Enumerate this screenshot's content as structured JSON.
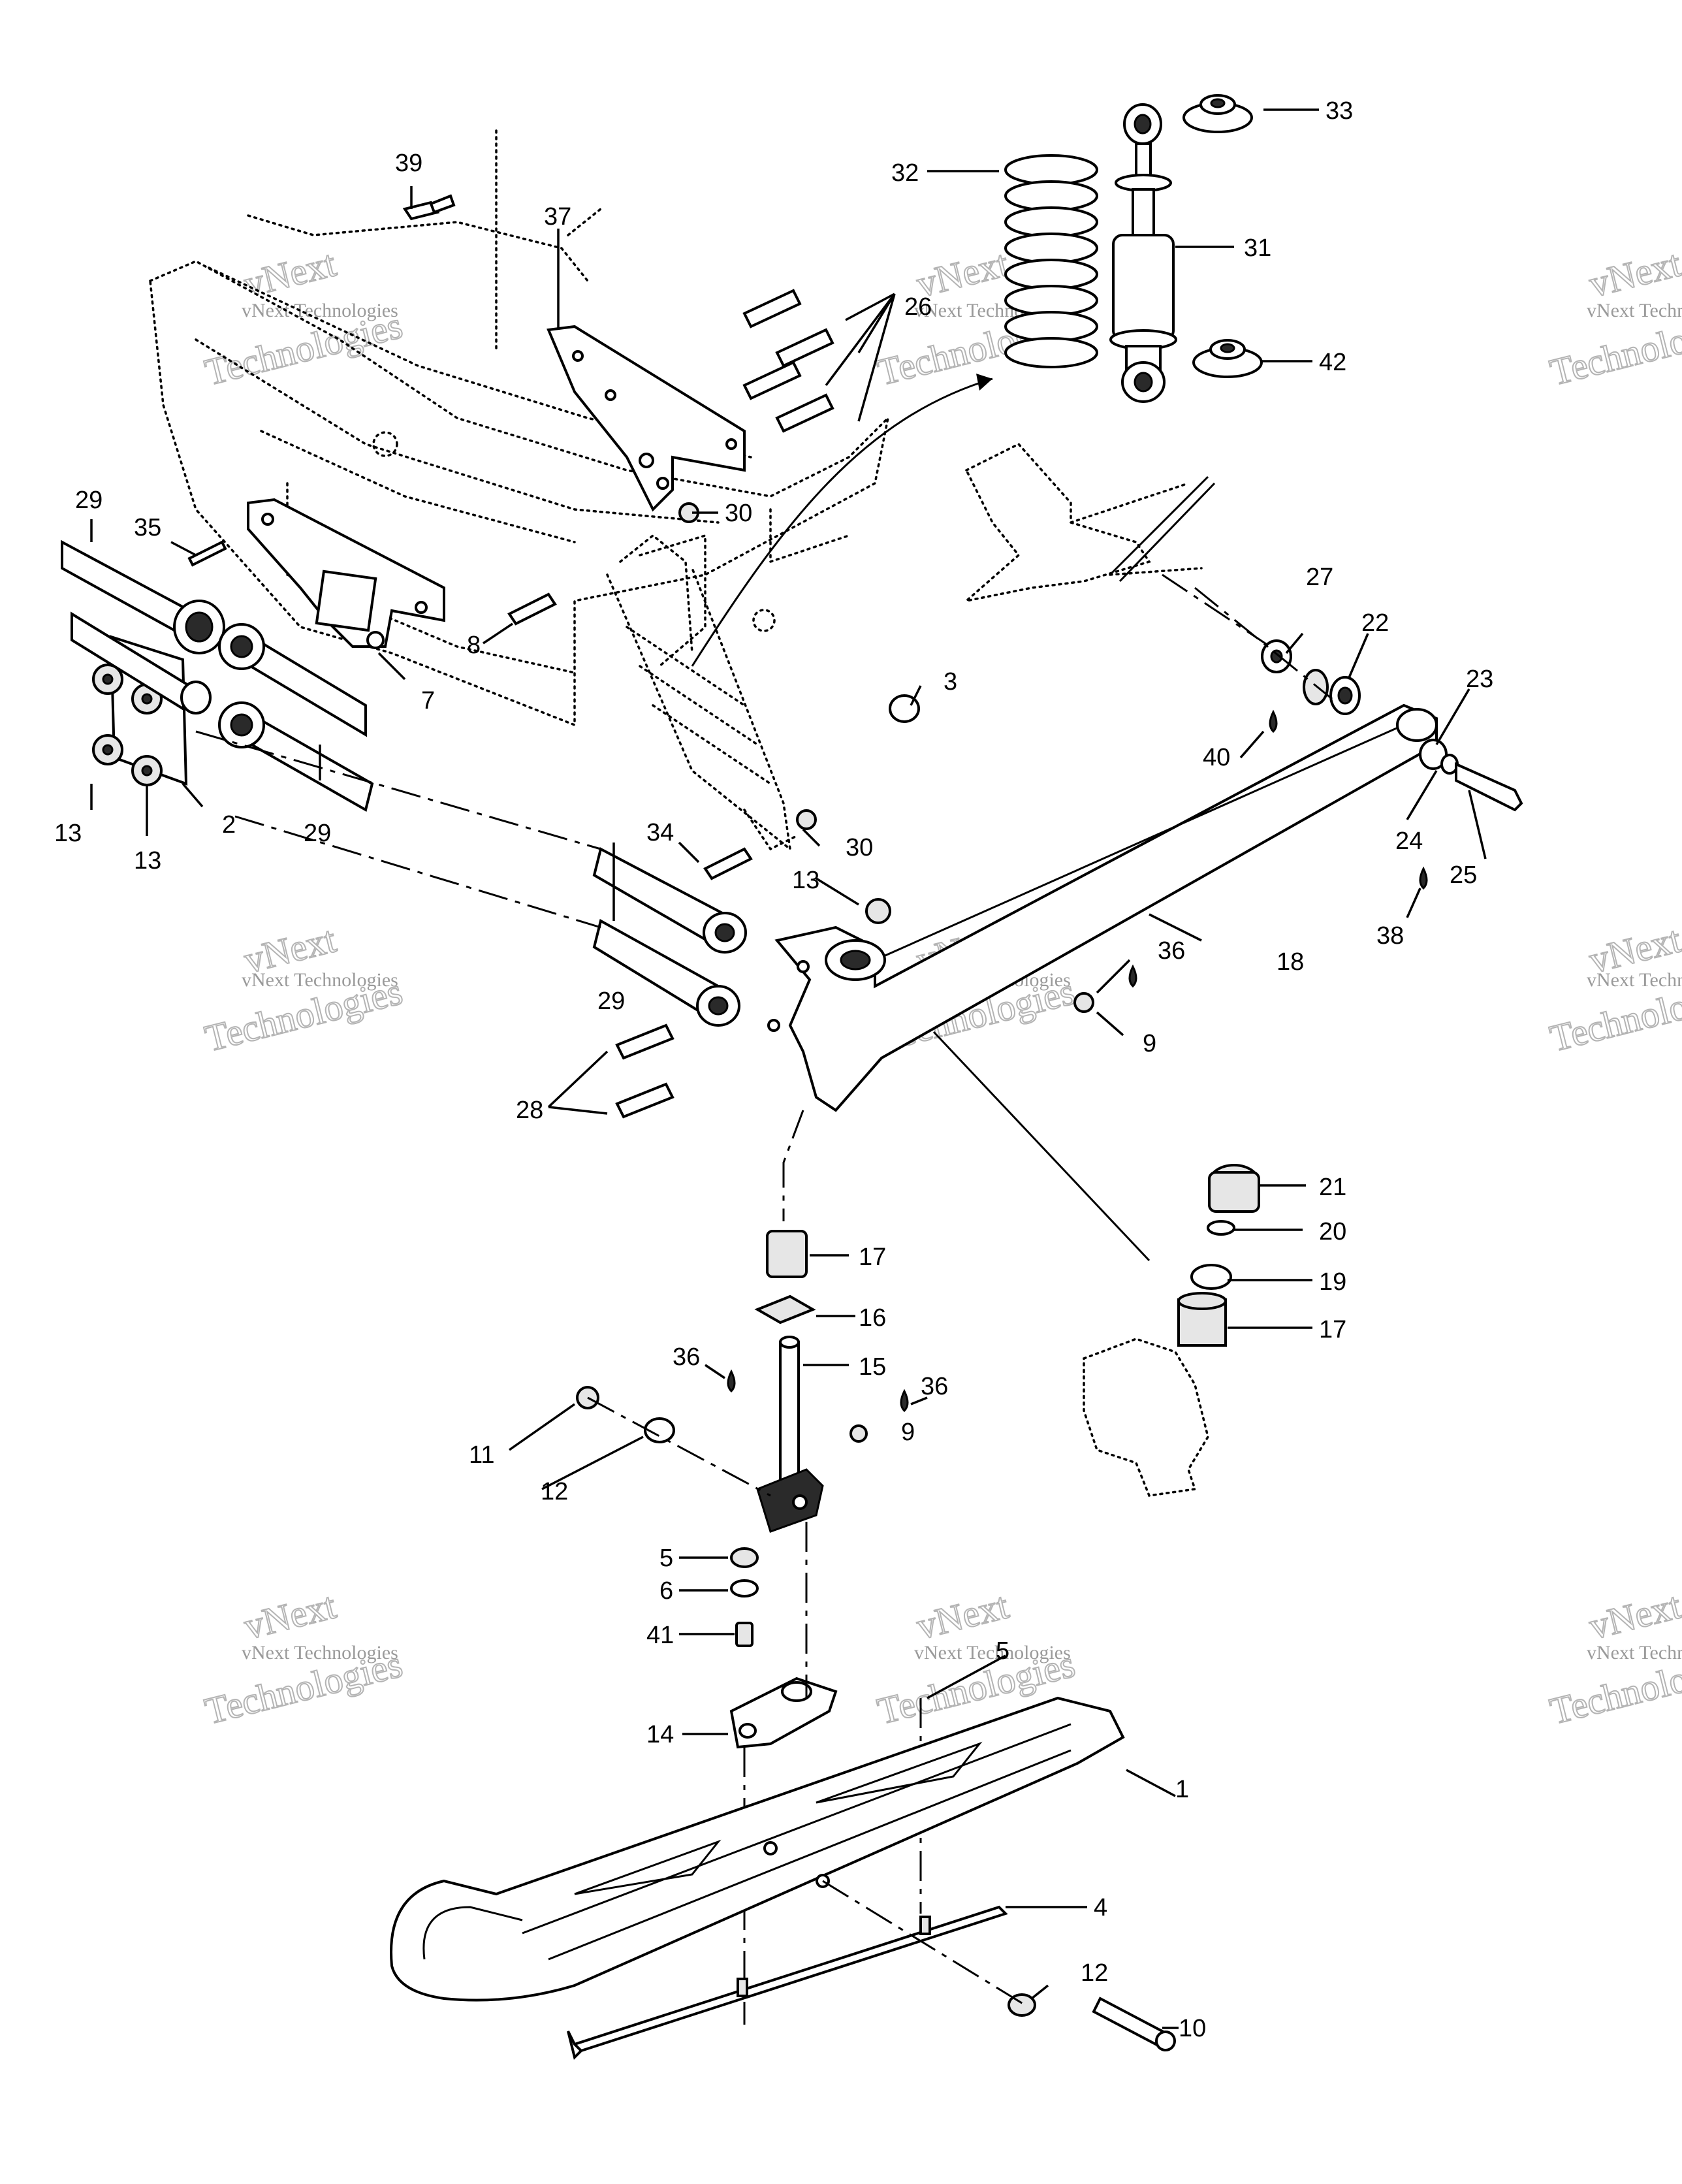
{
  "watermark": {
    "brand": "vNext",
    "line": "vNext Technologies",
    "word": "Technologies"
  },
  "callouts": {
    "c1": "1",
    "c2": "2",
    "c3": "3",
    "c4": "4",
    "c5a": "5",
    "c5b": "5",
    "c6": "6",
    "c7": "7",
    "c8": "8",
    "c9a": "9",
    "c9b": "9",
    "c10": "10",
    "c11": "11",
    "c12a": "12",
    "c12b": "12",
    "c13a": "13",
    "c13b": "13",
    "c13c": "13",
    "c14": "14",
    "c15": "15",
    "c16": "16",
    "c17a": "17",
    "c17b": "17",
    "c18": "18",
    "c19": "19",
    "c20": "20",
    "c21": "21",
    "c22": "22",
    "c23": "23",
    "c24": "24",
    "c25": "25",
    "c26": "26",
    "c27": "27",
    "c28": "28",
    "c29a": "29",
    "c29b": "29",
    "c29c": "29",
    "c30a": "30",
    "c30b": "30",
    "c31": "31",
    "c32": "32",
    "c33": "33",
    "c34": "34",
    "c35": "35",
    "c36a": "36",
    "c36b": "36",
    "c36c": "36",
    "c37": "37",
    "c38": "38",
    "c39": "39",
    "c40": "40",
    "c41": "41",
    "c42": "42"
  }
}
